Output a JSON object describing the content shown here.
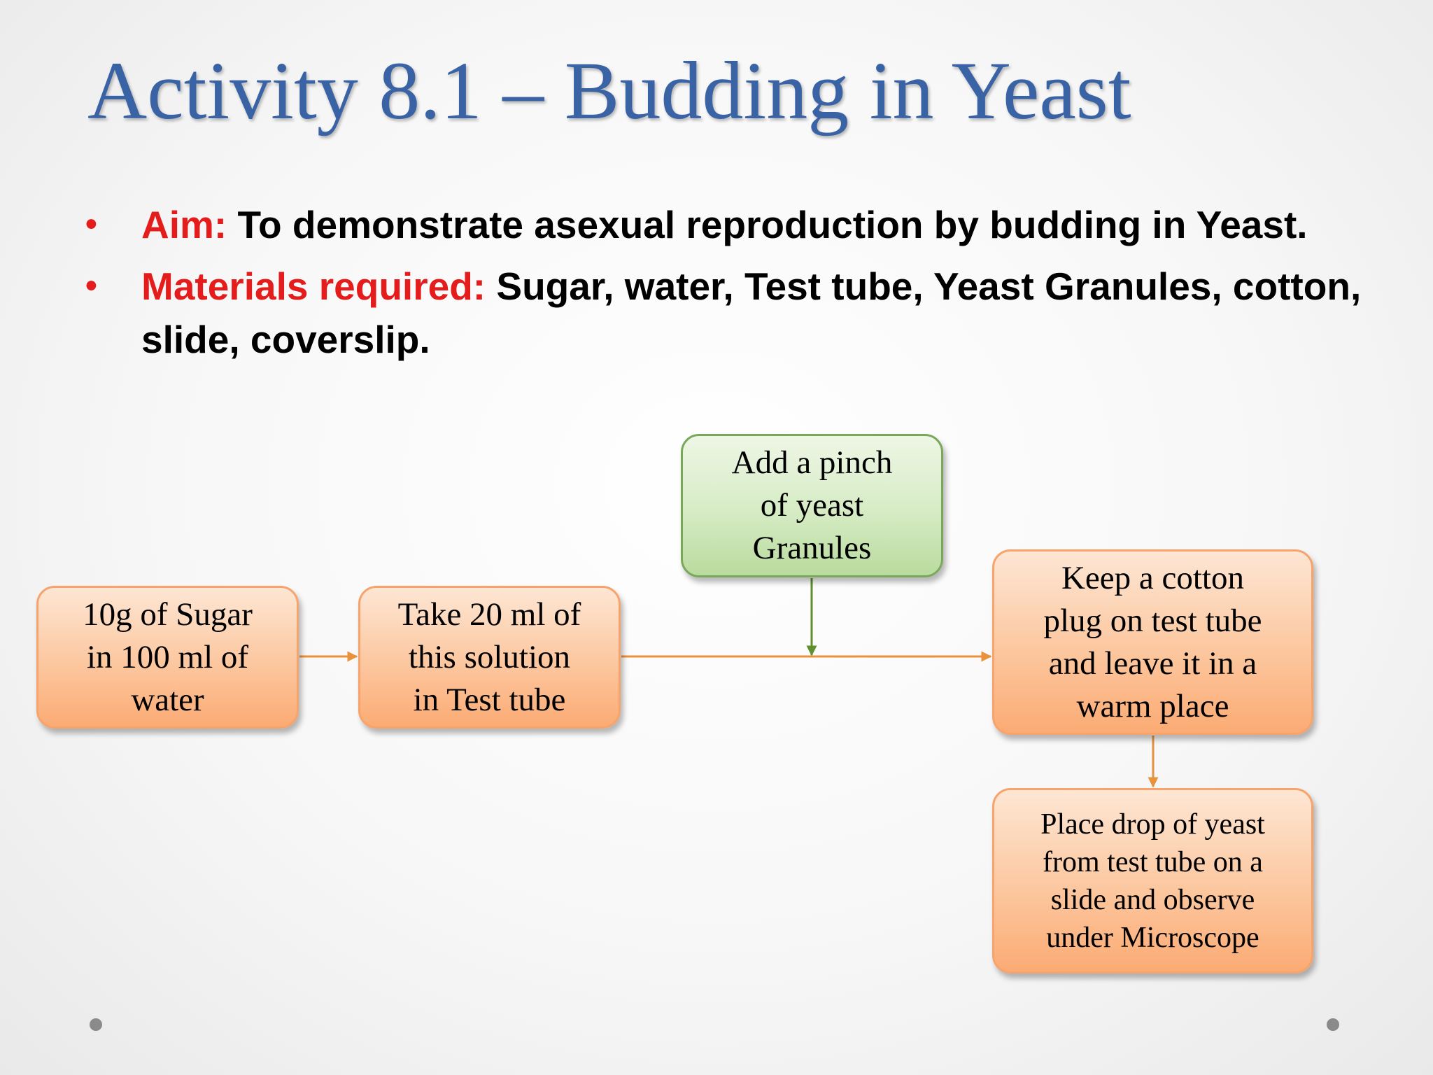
{
  "slide": {
    "title": "Activity 8.1 – Budding in Yeast",
    "bullets": [
      {
        "label": "Aim:",
        "text": " To demonstrate asexual reproduction by budding in Yeast."
      },
      {
        "label": "Materials required:",
        "text": " Sugar, water, Test tube, Yeast Granules, cotton, slide, coverslip."
      }
    ]
  },
  "flow": {
    "step1": {
      "lines": [
        "10g of Sugar",
        "in 100 ml of",
        "water"
      ]
    },
    "step2": {
      "lines": [
        "Take 20 ml of",
        "this solution",
        "in Test tube"
      ]
    },
    "step3": {
      "lines": [
        "Add a pinch",
        "of yeast",
        "Granules"
      ]
    },
    "step4": {
      "lines": [
        "Keep a cotton",
        "plug on test tube",
        "and leave it in a",
        "warm place"
      ]
    },
    "step5": {
      "lines": [
        "Place drop of yeast",
        "from test tube on a",
        "slide and observe",
        "under Microscope"
      ]
    },
    "colors": {
      "orange_arrow": "#e8923e",
      "green_arrow": "#5f8f2e",
      "bullet_label": "#e51c1c",
      "title": "#3a63a6"
    }
  }
}
